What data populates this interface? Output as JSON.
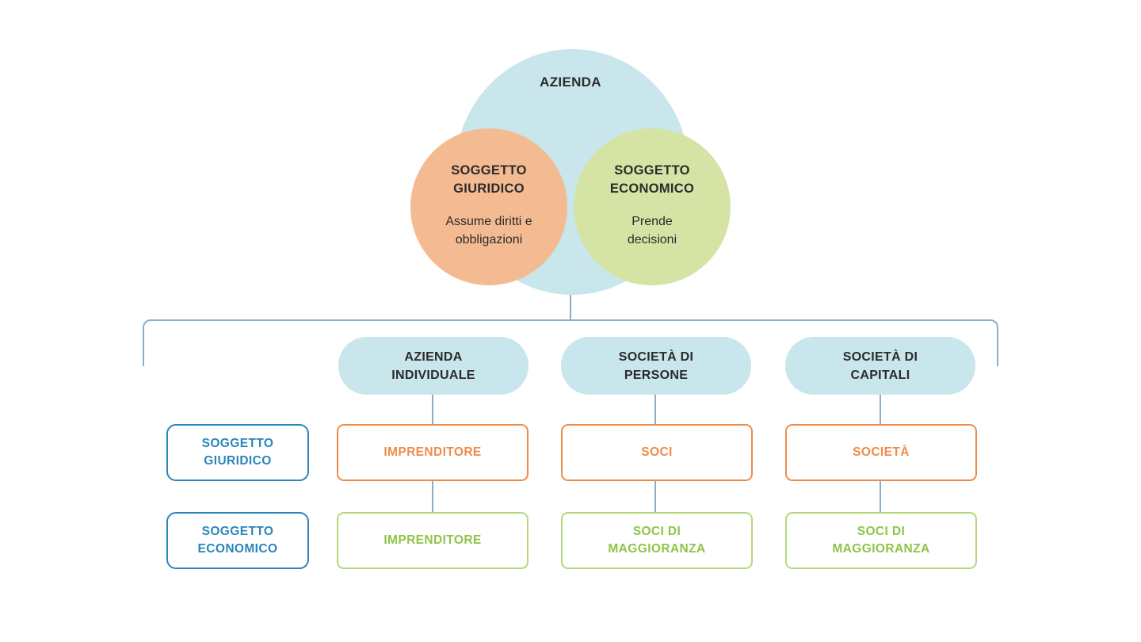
{
  "colors": {
    "azienda_circle": "#c8e6ec",
    "giuridico_circle": "#f4bb92",
    "economico_circle": "#d5e4a4",
    "connector": "#8aaec9",
    "row_label_blue": "#2a86b8",
    "giuridico_orange": "#ee8c47",
    "economico_green": "#8fc449"
  },
  "venn": {
    "azienda": "AZIENDA",
    "giuridico": {
      "title": "SOGGETTO\nGIURIDICO",
      "description": "Assume diritti e\nobbligazioni"
    },
    "economico": {
      "title": "SOGGETTO\nECONOMICO",
      "description": "Prende\ndecisioni"
    }
  },
  "categories": [
    {
      "label": "AZIENDA\nINDIVIDUALE"
    },
    {
      "label": "SOCIETÀ DI\nPERSONE"
    },
    {
      "label": "SOCIETÀ DI\nCAPITALI"
    }
  ],
  "row_labels": {
    "giuridico": "SOGGETTO\nGIURIDICO",
    "economico": "SOGGETTO\nECONOMICO"
  },
  "giuridico_row": [
    "IMPRENDITORE",
    "SOCI",
    "SOCIETÀ"
  ],
  "economico_row": [
    "IMPRENDITORE",
    "SOCI DI\nMAGGIORANZA",
    "SOCI DI\nMAGGIORANZA"
  ]
}
